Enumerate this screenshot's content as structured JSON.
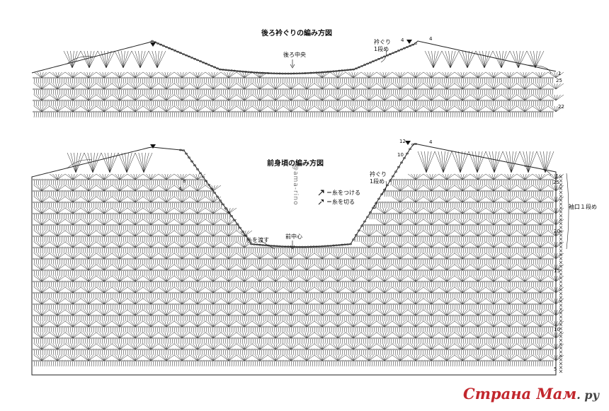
{
  "back": {
    "title": "後ろ衿ぐりの編み方図",
    "center_label": "後ろ中央",
    "neck_label_1": "衿ぐり",
    "neck_label_2": "1段め",
    "row_marks": [
      "4",
      "4",
      "1",
      "25",
      "22"
    ]
  },
  "front": {
    "title": "前身頃の編み方図",
    "neck_label_1": "衿ぐり",
    "neck_label_2": "1段め",
    "yarn_cross": "糸を渡す",
    "center_label": "前中心",
    "sleeve_label": "袖口１段め",
    "row_marks": [
      "12",
      "4",
      "10",
      "8",
      "4",
      "5",
      "1",
      "25",
      "20",
      "15",
      "10",
      "5"
    ]
  },
  "legend": {
    "attach": "＝糸をつける",
    "cut": "＝糸を切る"
  },
  "watermark": "@ama-rino",
  "brand": {
    "name": "Страна Мам",
    "domain": ". ру"
  }
}
